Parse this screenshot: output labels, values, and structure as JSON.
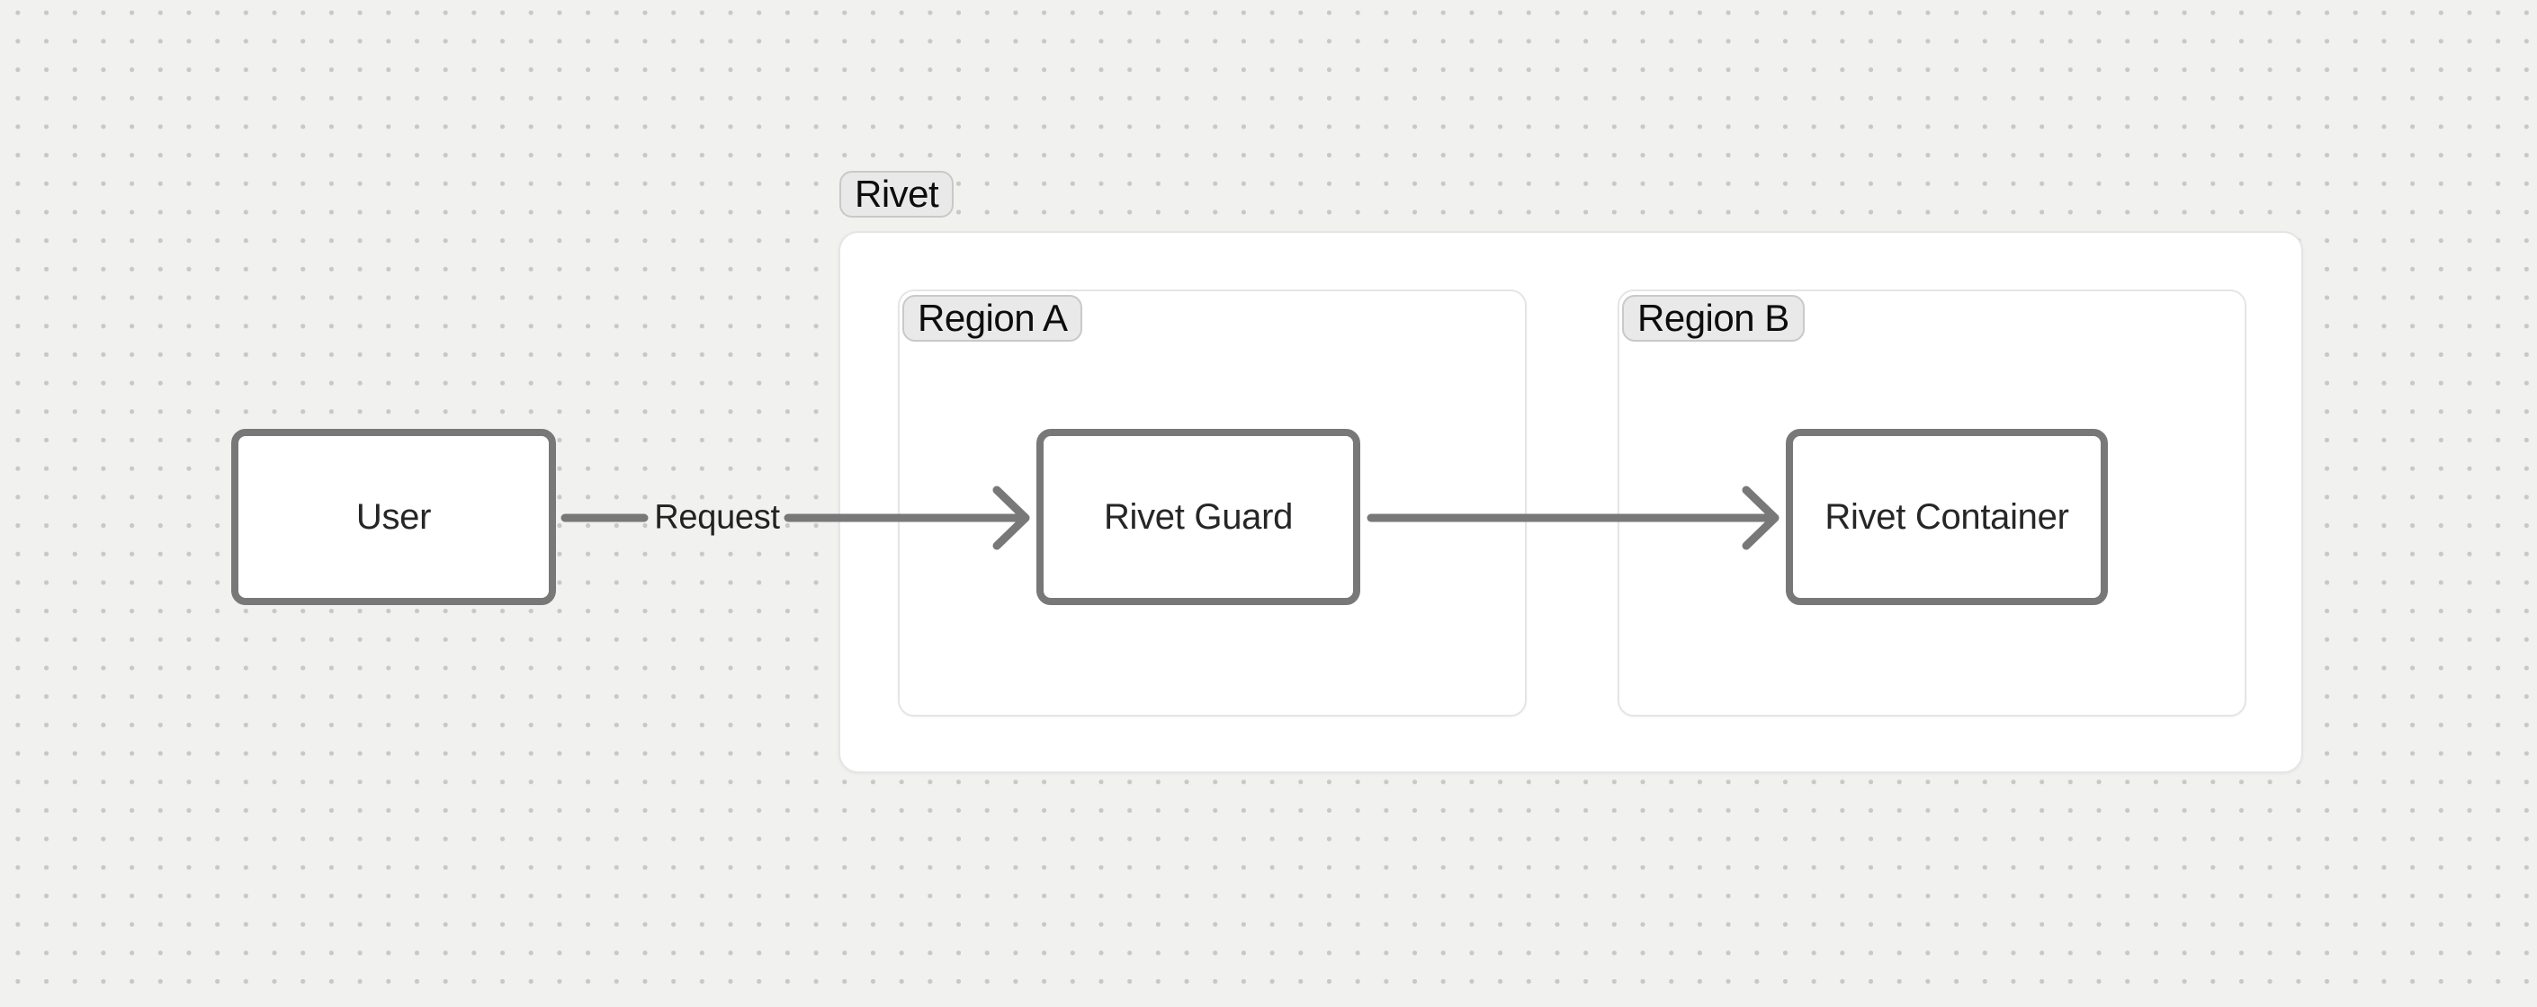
{
  "canvas": {
    "background_color": "#f1f1ef",
    "dot_color": "#c8c8c6"
  },
  "groups": {
    "rivet": {
      "label": "Rivet"
    },
    "region_a": {
      "label": "Region A"
    },
    "region_b": {
      "label": "Region B"
    }
  },
  "nodes": {
    "user": {
      "label": "User"
    },
    "rivet_guard": {
      "label": "Rivet Guard"
    },
    "rivet_container": {
      "label": "Rivet Container"
    }
  },
  "edges": {
    "user_to_guard": {
      "label": "Request"
    },
    "guard_to_container": {
      "label": ""
    }
  },
  "colors": {
    "node_border": "#787878",
    "arrow": "#787878",
    "group_border": "#e5e5e5",
    "pill_bg": "#e9e9e9",
    "pill_border": "#c9c9c9",
    "node_text": "#262626",
    "pill_text": "#0d0d0d",
    "edge_text": "#222222",
    "canvas_bg": "#f1f1ef",
    "dot": "#c8c8c6"
  }
}
